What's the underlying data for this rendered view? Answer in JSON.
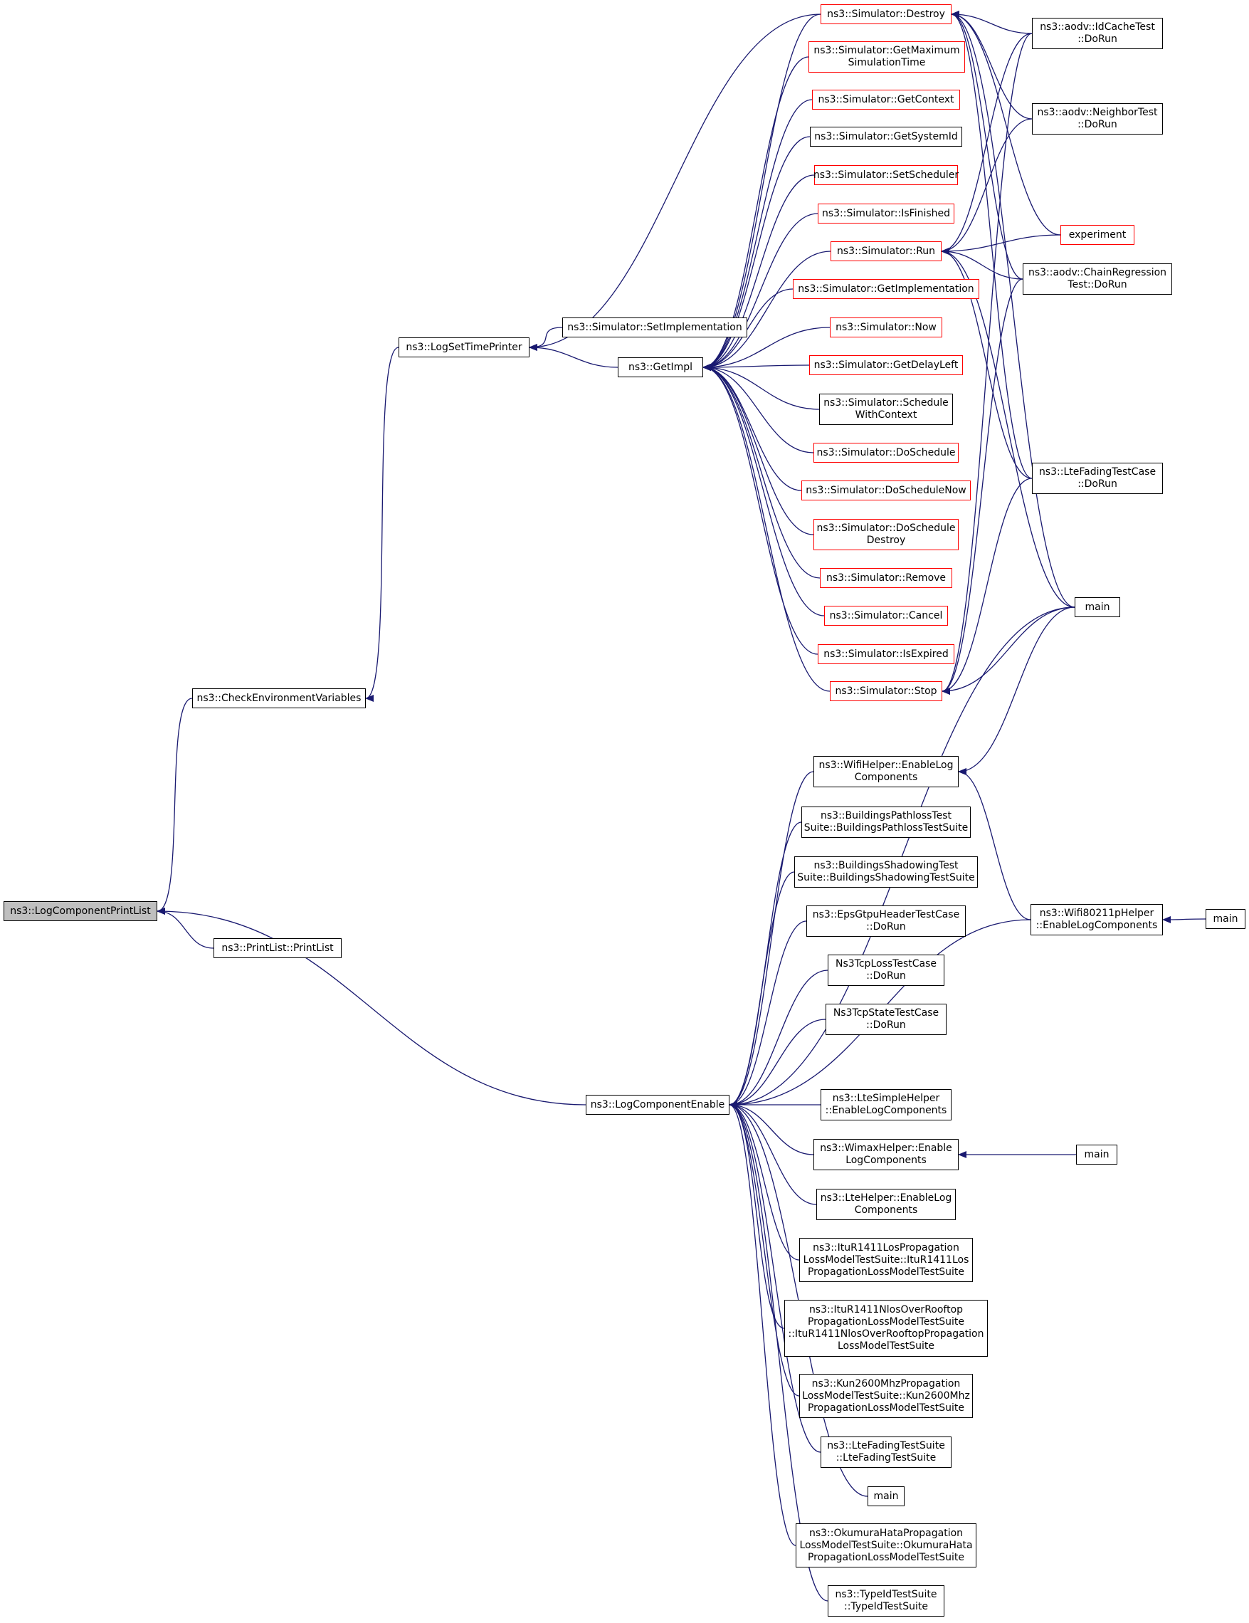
{
  "colors": {
    "edge": "#191970",
    "border": "#000000",
    "incomplete_border": "#ff0000",
    "root_fill": "#bfbfbf",
    "background": "#ffffff"
  },
  "nodes": [
    {
      "id": "lcpl",
      "label": "ns3::LogComponentPrintList",
      "root": true
    },
    {
      "id": "pl",
      "label": "ns3::PrintList::PrintList"
    },
    {
      "id": "cev",
      "label": "ns3::CheckEnvironmentVariables"
    },
    {
      "id": "lstp",
      "label": "ns3::LogSetTimePrinter"
    },
    {
      "id": "lce",
      "label": "ns3::LogComponentEnable"
    },
    {
      "id": "setimpl",
      "label": "ns3::Simulator::SetImplementation"
    },
    {
      "id": "getimpl",
      "label": "ns3::GetImpl"
    },
    {
      "id": "destroy",
      "label": "ns3::Simulator::Destroy",
      "red": true
    },
    {
      "id": "getmax",
      "label": "ns3::Simulator::GetMaximum\nSimulationTime",
      "red": true
    },
    {
      "id": "getctx",
      "label": "ns3::Simulator::GetContext",
      "red": true
    },
    {
      "id": "getsys",
      "label": "ns3::Simulator::GetSystemId"
    },
    {
      "id": "setsched",
      "label": "ns3::Simulator::SetScheduler",
      "red": true
    },
    {
      "id": "isfin",
      "label": "ns3::Simulator::IsFinished",
      "red": true
    },
    {
      "id": "run",
      "label": "ns3::Simulator::Run",
      "red": true
    },
    {
      "id": "getimpl2",
      "label": "ns3::Simulator::GetImplementation",
      "red": true
    },
    {
      "id": "now",
      "label": "ns3::Simulator::Now",
      "red": true
    },
    {
      "id": "delayleft",
      "label": "ns3::Simulator::GetDelayLeft",
      "red": true
    },
    {
      "id": "schedctx",
      "label": "ns3::Simulator::Schedule\nWithContext"
    },
    {
      "id": "dosched",
      "label": "ns3::Simulator::DoSchedule",
      "red": true
    },
    {
      "id": "doschednow",
      "label": "ns3::Simulator::DoScheduleNow",
      "red": true
    },
    {
      "id": "doscheddes",
      "label": "ns3::Simulator::DoSchedule\nDestroy",
      "red": true
    },
    {
      "id": "remove",
      "label": "ns3::Simulator::Remove",
      "red": true
    },
    {
      "id": "cancel",
      "label": "ns3::Simulator::Cancel",
      "red": true
    },
    {
      "id": "isexp",
      "label": "ns3::Simulator::IsExpired",
      "red": true
    },
    {
      "id": "stop",
      "label": "ns3::Simulator::Stop",
      "red": true
    },
    {
      "id": "idcache",
      "label": "ns3::aodv::IdCacheTest\n::DoRun"
    },
    {
      "id": "neighbor",
      "label": "ns3::aodv::NeighborTest\n::DoRun"
    },
    {
      "id": "experiment",
      "label": "experiment",
      "red": true
    },
    {
      "id": "chainreg",
      "label": "ns3::aodv::ChainRegression\nTest::DoRun"
    },
    {
      "id": "ltefadingtc",
      "label": "ns3::LteFadingTestCase\n::DoRun"
    },
    {
      "id": "main1",
      "label": "main"
    },
    {
      "id": "wifihelper",
      "label": "ns3::WifiHelper::EnableLog\nComponents"
    },
    {
      "id": "bldpath",
      "label": "ns3::BuildingsPathlossTest\nSuite::BuildingsPathlossTestSuite"
    },
    {
      "id": "bldshad",
      "label": "ns3::BuildingsShadowingTest\nSuite::BuildingsShadowingTestSuite"
    },
    {
      "id": "epsgtpu",
      "label": "ns3::EpsGtpuHeaderTestCase\n::DoRun"
    },
    {
      "id": "tcploss",
      "label": "Ns3TcpLossTestCase\n::DoRun"
    },
    {
      "id": "tcpstate",
      "label": "Ns3TcpStateTestCase\n::DoRun"
    },
    {
      "id": "ltesimple",
      "label": "ns3::LteSimpleHelper\n::EnableLogComponents"
    },
    {
      "id": "wimax",
      "label": "ns3::WimaxHelper::Enable\nLogComponents"
    },
    {
      "id": "ltehelper",
      "label": "ns3::LteHelper::EnableLog\nComponents"
    },
    {
      "id": "itulos",
      "label": "ns3::ItuR1411LosPropagation\nLossModelTestSuite::ItuR1411Los\nPropagationLossModelTestSuite"
    },
    {
      "id": "itunlos",
      "label": "ns3::ItuR1411NlosOverRooftop\nPropagationLossModelTestSuite\n::ItuR1411NlosOverRooftopPropagation\nLossModelTestSuite"
    },
    {
      "id": "kun",
      "label": "ns3::Kun2600MhzPropagation\nLossModelTestSuite::Kun2600Mhz\nPropagationLossModelTestSuite"
    },
    {
      "id": "ltefadingts",
      "label": "ns3::LteFadingTestSuite\n::LteFadingTestSuite"
    },
    {
      "id": "main2",
      "label": "main"
    },
    {
      "id": "okumura",
      "label": "ns3::OkumuraHataPropagation\nLossModelTestSuite::OkumuraHata\nPropagationLossModelTestSuite"
    },
    {
      "id": "typeid",
      "label": "ns3::TypeIdTestSuite\n::TypeIdTestSuite"
    },
    {
      "id": "wifi80211p",
      "label": "ns3::Wifi80211pHelper\n::EnableLogComponents"
    },
    {
      "id": "main3",
      "label": "main"
    },
    {
      "id": "main4",
      "label": "main"
    }
  ],
  "edges": [
    [
      "pl",
      "lcpl"
    ],
    [
      "cev",
      "lcpl"
    ],
    [
      "lce",
      "lcpl"
    ],
    [
      "lstp",
      "cev"
    ],
    [
      "destroy",
      "lstp"
    ],
    [
      "setimpl",
      "lstp"
    ],
    [
      "getimpl",
      "lstp"
    ],
    [
      "getmax",
      "getimpl"
    ],
    [
      "getctx",
      "getimpl"
    ],
    [
      "getsys",
      "getimpl"
    ],
    [
      "setsched",
      "getimpl"
    ],
    [
      "isfin",
      "getimpl"
    ],
    [
      "run",
      "getimpl"
    ],
    [
      "getimpl2",
      "getimpl"
    ],
    [
      "now",
      "getimpl"
    ],
    [
      "delayleft",
      "getimpl"
    ],
    [
      "schedctx",
      "getimpl"
    ],
    [
      "dosched",
      "getimpl"
    ],
    [
      "doschednow",
      "getimpl"
    ],
    [
      "doscheddes",
      "getimpl"
    ],
    [
      "remove",
      "getimpl"
    ],
    [
      "cancel",
      "getimpl"
    ],
    [
      "isexp",
      "getimpl"
    ],
    [
      "stop",
      "getimpl"
    ],
    [
      "destroy",
      "getimpl"
    ],
    [
      "idcache",
      "destroy"
    ],
    [
      "neighbor",
      "destroy"
    ],
    [
      "experiment",
      "destroy"
    ],
    [
      "chainreg",
      "destroy"
    ],
    [
      "ltefadingtc",
      "destroy"
    ],
    [
      "main1",
      "destroy"
    ],
    [
      "idcache",
      "run"
    ],
    [
      "neighbor",
      "run"
    ],
    [
      "experiment",
      "run"
    ],
    [
      "chainreg",
      "run"
    ],
    [
      "ltefadingtc",
      "run"
    ],
    [
      "main1",
      "run"
    ],
    [
      "idcache",
      "stop"
    ],
    [
      "chainreg",
      "stop"
    ],
    [
      "ltefadingtc",
      "stop"
    ],
    [
      "main1",
      "stop"
    ],
    [
      "main1",
      "wifihelper"
    ],
    [
      "wifi80211p",
      "wifihelper"
    ],
    [
      "main3",
      "wifi80211p"
    ],
    [
      "wifihelper",
      "lce"
    ],
    [
      "bldpath",
      "lce"
    ],
    [
      "bldshad",
      "lce"
    ],
    [
      "epsgtpu",
      "lce"
    ],
    [
      "tcploss",
      "lce"
    ],
    [
      "tcpstate",
      "lce"
    ],
    [
      "wifi80211p",
      "lce"
    ],
    [
      "ltesimple",
      "lce"
    ],
    [
      "wimax",
      "lce"
    ],
    [
      "ltehelper",
      "lce"
    ],
    [
      "itulos",
      "lce"
    ],
    [
      "itunlos",
      "lce"
    ],
    [
      "kun",
      "lce"
    ],
    [
      "ltefadingts",
      "lce"
    ],
    [
      "main2",
      "lce"
    ],
    [
      "okumura",
      "lce"
    ],
    [
      "typeid",
      "lce"
    ],
    [
      "main1",
      "lce"
    ],
    [
      "main4",
      "wimax"
    ]
  ]
}
